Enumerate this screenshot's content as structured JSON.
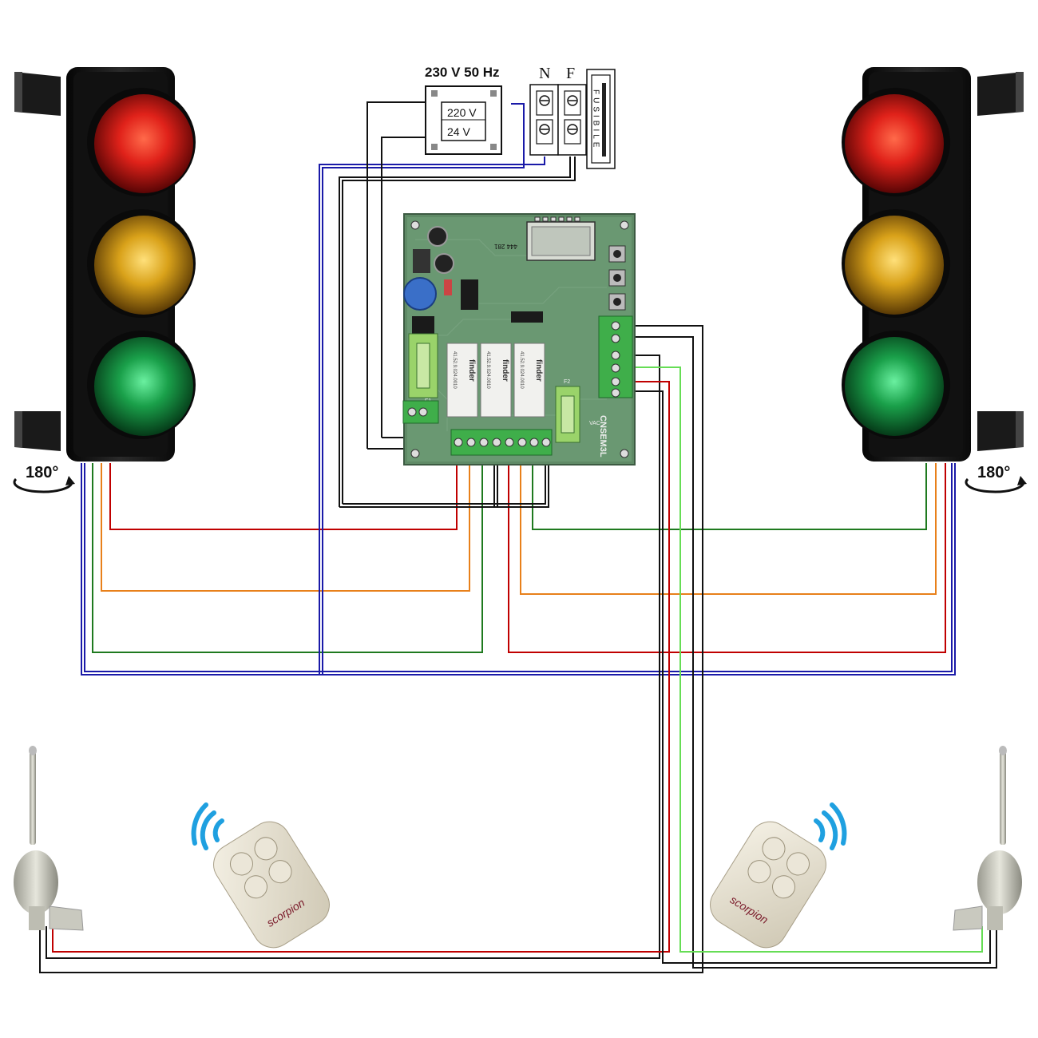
{
  "power": {
    "supply_label": "230 V 50 Hz",
    "primary_label": "220 V",
    "secondary_label": "24 V"
  },
  "terminals": {
    "neutral_label": "N",
    "phase_label": "F",
    "fuse_label": "FUSIBILE"
  },
  "traffic_lights": {
    "rotation_label_left": "180°",
    "rotation_label_right": "180°",
    "lamp_colors": [
      "red",
      "yellow",
      "green"
    ]
  },
  "board": {
    "relay_brand": "finder",
    "board_label": "CNSEM3L",
    "vac_label": "VAC",
    "fuse_f1": "F1",
    "fuse_f2": "F2",
    "relay_code": "41.52.9.024.0010",
    "display_code": "444 281"
  },
  "remotes": {
    "brand": "scorpion"
  },
  "colors": {
    "wire_red": "#c00000",
    "wire_orange": "#e8801a",
    "wire_green": "#1f7a1f",
    "wire_blue": "#1a1aa8",
    "wire_black": "#111111",
    "wire_lightgreen": "#66dd55",
    "pcb_green": "#5f8a66",
    "terminal_green": "#3fae4a"
  }
}
